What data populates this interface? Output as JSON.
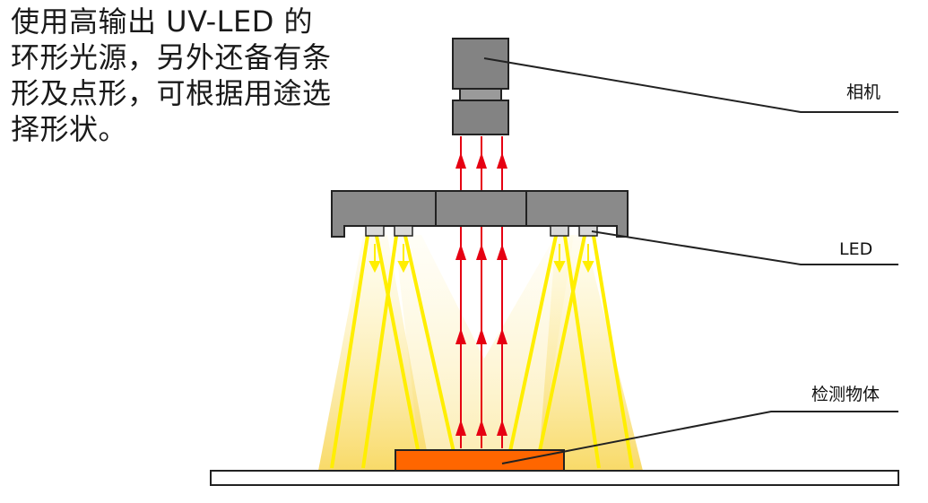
{
  "description": "使用高输出 UV-LED 的环形光源，另外还备有条形及点形，可根据用途选择形状。",
  "labels": {
    "camera": "相机",
    "led": "LED",
    "object": "检测物体"
  },
  "colors": {
    "camera_body": "#838383",
    "ring_light": "#8a8a8a",
    "led_chip": "#d9d9d9",
    "light_beam": "#ffee00",
    "light_glow": "#fbe27a",
    "reflected_ray": "#e60012",
    "object": "#ff6600",
    "stage": "#ffffff",
    "outline": "#222222"
  }
}
